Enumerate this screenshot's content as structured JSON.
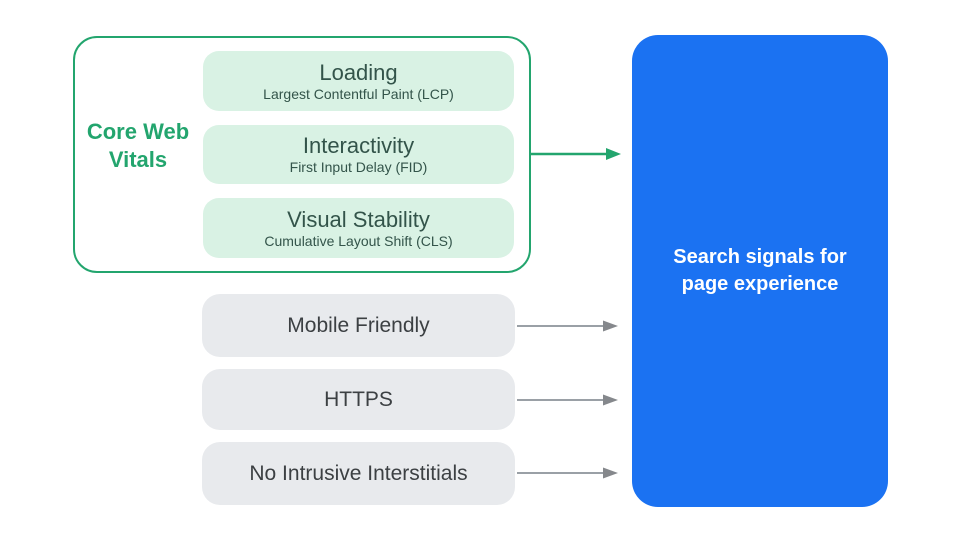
{
  "colors": {
    "green": "#23A56E",
    "mint": "#D9F2E4",
    "dark_green_text": "#33544A",
    "gray_fill": "#E8EAED",
    "gray_text": "#3C4043",
    "arrow_gray": "#9AA0A6",
    "arrowhead_gray": "#85888C",
    "blue": "#1B72F2",
    "white_text": "#FFFFFF"
  },
  "core_web_vitals": {
    "label": "Core Web Vitals",
    "metrics": [
      {
        "title": "Loading",
        "subtitle": "Largest Contentful Paint (LCP)"
      },
      {
        "title": "Interactivity",
        "subtitle": "First Input Delay (FID)"
      },
      {
        "title": "Visual Stability",
        "subtitle": "Cumulative Layout Shift (CLS)"
      }
    ]
  },
  "other_signals": [
    {
      "label": "Mobile Friendly"
    },
    {
      "label": "HTTPS"
    },
    {
      "label": "No Intrusive Interstitials"
    }
  ],
  "result_box": {
    "label": "Search signals for page experience"
  }
}
